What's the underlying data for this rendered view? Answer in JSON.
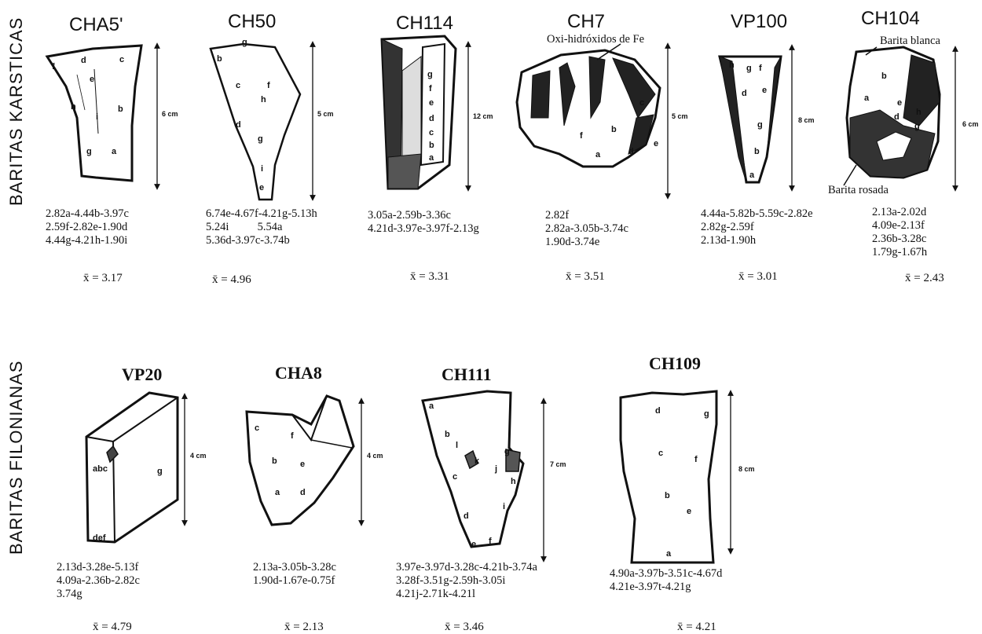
{
  "rows": {
    "karsticas": "BARITAS KARSTICAS",
    "filonianas": "BARITAS FILONIANAS"
  },
  "specimens": [
    {
      "id": "CHA5'",
      "scale": "6 cm",
      "data": "2.82a-4.44b-3.97c\n2.59f-2.82e-1.90d\n4.44g-4.21h-1.90i",
      "mean": "x̄ = 3.17",
      "points": [
        "a",
        "b",
        "c",
        "d",
        "e",
        "f",
        "g",
        "h",
        "i"
      ]
    },
    {
      "id": "CH50",
      "scale": "5 cm",
      "data": "6.74e-4.67f-4.21g-5.13h\n5.24i          5.54a\n5.36d-3.97c-3.74b",
      "mean": "x̄ = 4.96",
      "points": [
        "a",
        "b",
        "c",
        "d",
        "e",
        "f",
        "g",
        "h",
        "i"
      ]
    },
    {
      "id": "CH114",
      "scale": "12 cm",
      "data": "3.05a-2.59b-3.36c\n4.21d-3.97e-3.97f-2.13g",
      "mean": "x̄ = 3.31",
      "points": [
        "a",
        "b",
        "c",
        "d",
        "e",
        "f",
        "g"
      ]
    },
    {
      "id": "CH7",
      "scale": "5 cm",
      "data": "2.82f\n2.82a-3.05b-3.74c\n1.90d-3.74e",
      "mean": "x̄ = 3.51",
      "points": [
        "a",
        "b",
        "c",
        "d",
        "e",
        "f"
      ]
    },
    {
      "id": "VP100",
      "scale": "8 cm",
      "data": "4.44a-5.82b-5.59c-2.82e\n2.82g-2.59f\n2.13d-1.90h",
      "mean": "x̄ = 3.01",
      "points": [
        "a",
        "b",
        "c",
        "d",
        "e",
        "f",
        "g",
        "h"
      ]
    },
    {
      "id": "CH104",
      "scale": "6 cm",
      "data": "2.13a-2.02d\n4.09e-2.13f\n2.36b-3.28c\n1.79g-1.67h",
      "mean": "x̄ = 2.43",
      "points": [
        "a",
        "b",
        "c",
        "d",
        "e",
        "f",
        "g",
        "h"
      ]
    },
    {
      "id": "VP20",
      "scale": "4 cm",
      "data": "2.13d-3.28e-5.13f\n4.09a-2.36b-2.82c\n3.74g",
      "mean": "x̄ = 4.79",
      "points": [
        "a",
        "b",
        "c",
        "d",
        "e",
        "f",
        "g"
      ]
    },
    {
      "id": "CHA8",
      "scale": "4 cm",
      "data": "2.13a-3.05b-3.28c\n1.90d-1.67e-0.75f",
      "mean": "x̄ = 2.13",
      "points": [
        "a",
        "b",
        "c",
        "d",
        "e",
        "f"
      ]
    },
    {
      "id": "CH111",
      "scale": "7 cm",
      "data": "3.97e-3.97d-3.28c-4.21b-3.74a\n3.28f-3.51g-2.59h-3.05i\n4.21j-2.71k-4.21l",
      "mean": "x̄ = 3.46",
      "points": [
        "a",
        "b",
        "c",
        "d",
        "e",
        "f",
        "g",
        "h",
        "i",
        "j",
        "k",
        "l"
      ]
    },
    {
      "id": "CH109",
      "scale": "8 cm",
      "data": "4.90a-3.97b-3.51c-4.67d\n4.21e-3.97t-4.21g",
      "mean": "x̄ = 4.21",
      "points": [
        "a",
        "b",
        "c",
        "d",
        "e",
        "f",
        "g"
      ]
    }
  ],
  "annotations": {
    "ch7_note": "Oxi-hidróxidos de Fe",
    "ch104_white": "Barita blanca",
    "ch104_pink": "Barita rosada"
  }
}
